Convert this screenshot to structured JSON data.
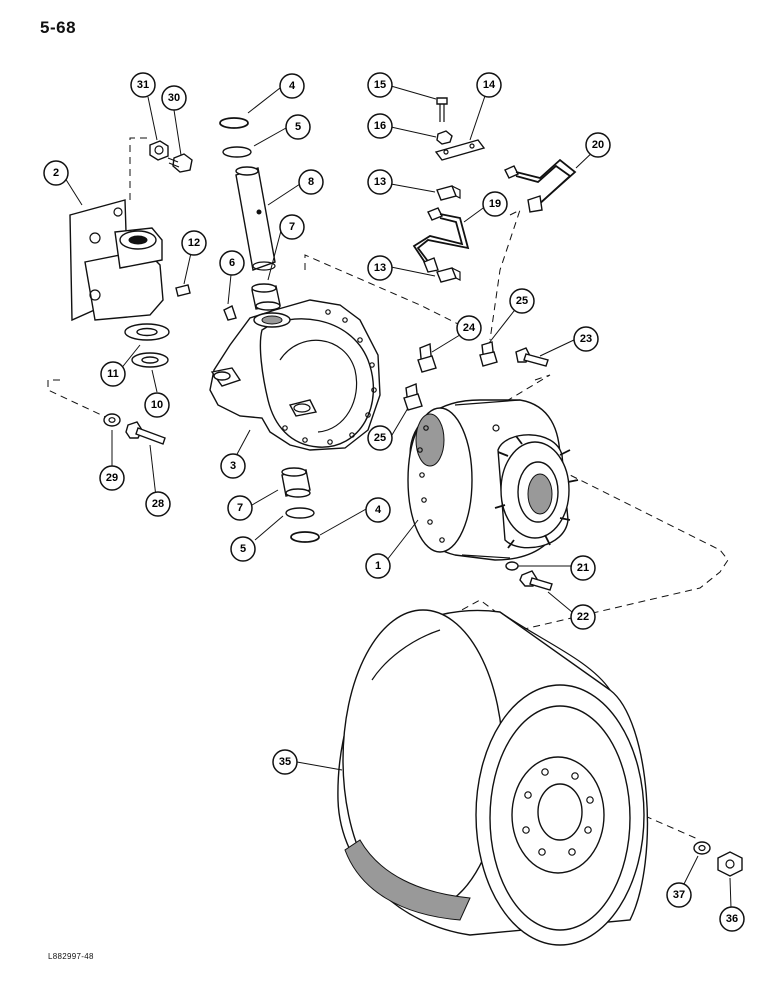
{
  "page_number": "5-68",
  "figure_code": "L882997-48",
  "callouts": [
    "31",
    "30",
    "4",
    "5",
    "8",
    "7",
    "6",
    "12",
    "2",
    "11",
    "10",
    "3",
    "29",
    "28",
    "7",
    "5",
    "4",
    "15",
    "14",
    "16",
    "13",
    "20",
    "19",
    "13",
    "25",
    "24",
    "23",
    "25",
    "1",
    "21",
    "22",
    "35",
    "37",
    "36"
  ]
}
